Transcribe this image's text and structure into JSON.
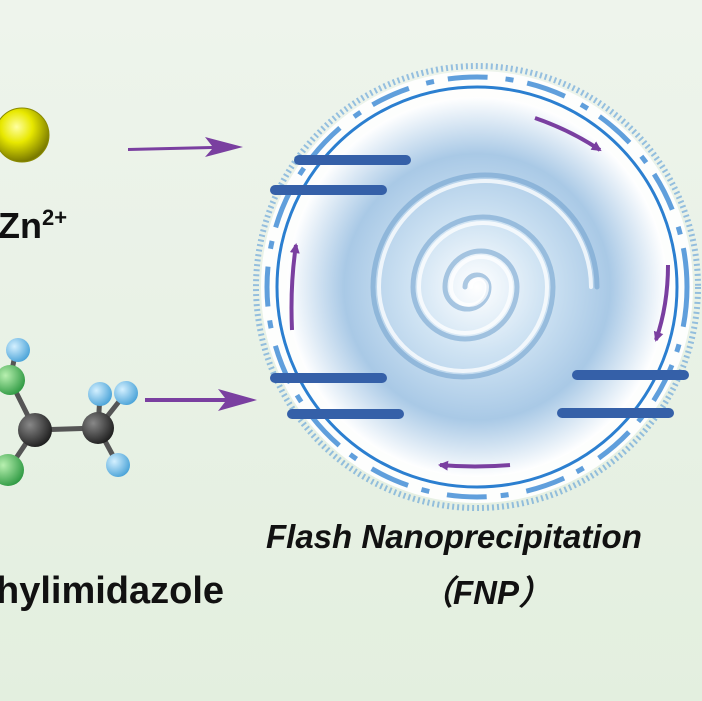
{
  "labels": {
    "zn_base": "Zn",
    "zn_charge": "2+",
    "ligand": "hylimidazole",
    "fnp_title": "Flash Nanoprecipitation",
    "fnp_abbr": "（FNP）"
  },
  "colors": {
    "zinc_sphere": "#e8e800",
    "arrow": "#7a3fa0",
    "inlet": "#3560a8",
    "ring": "#2b7fd0",
    "carbon": "#3a3a3a",
    "nitrogen": "#5cc96b",
    "hydrogen": "#7cc6ee"
  }
}
